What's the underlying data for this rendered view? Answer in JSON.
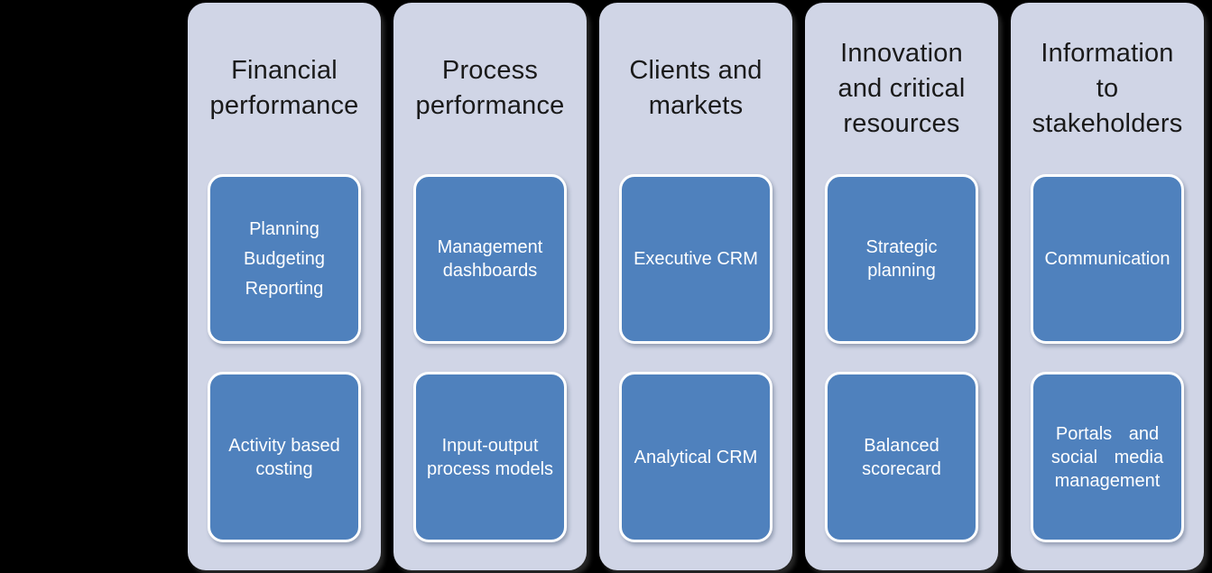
{
  "colors": {
    "background": "#000000",
    "column-fill": "#D0D5E6",
    "box-fill": "#4F81BD",
    "box-border": "#FFFFFF",
    "header-text": "#1A1A1A",
    "box-text": "#FFFFFF"
  },
  "columns": [
    {
      "header": "Financial performance",
      "header_lines": [
        "Financial",
        "performance"
      ],
      "box1_lines": [
        "Planning",
        "Budgeting",
        "Reporting"
      ],
      "box2_lines": [
        "Activity based",
        "costing"
      ]
    },
    {
      "header": "Process performance",
      "header_lines": [
        "Process",
        "performance"
      ],
      "box1_lines": [
        "Management",
        "dashboards"
      ],
      "box2_lines": [
        "Input-output",
        "process models"
      ]
    },
    {
      "header": "Clients and markets",
      "header_lines": [
        "Clients and",
        "markets"
      ],
      "box1_lines": [
        "Executive CRM"
      ],
      "box2_lines": [
        "Analytical CRM"
      ]
    },
    {
      "header": "Innovation and critical resources",
      "header_lines": [
        "Innovation",
        "and critical",
        "resources"
      ],
      "box1_lines": [
        "Strategic",
        "planning"
      ],
      "box2_lines": [
        "Balanced",
        "scorecard"
      ]
    },
    {
      "header": "Information to stakeholders",
      "header_lines": [
        "Information",
        "to",
        "stakeholders"
      ],
      "box1_lines": [
        "Communication"
      ],
      "box2_lines": [
        "Portals and",
        "social media",
        "management"
      ]
    }
  ]
}
